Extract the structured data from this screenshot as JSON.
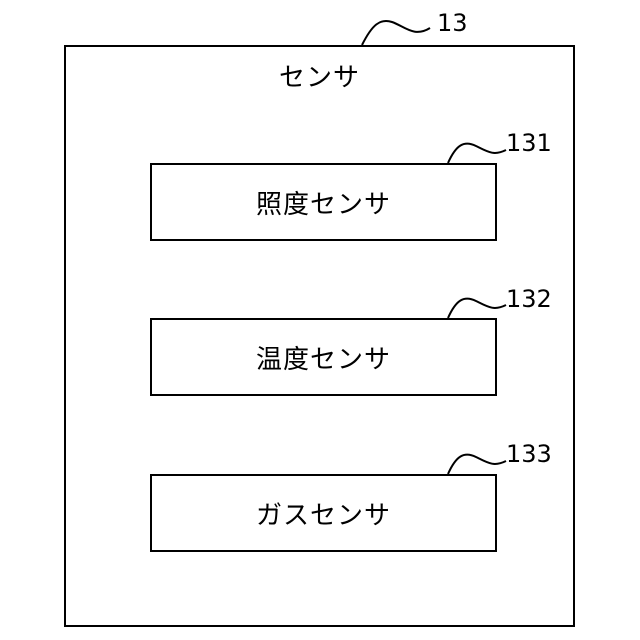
{
  "outer": {
    "ref": "13",
    "title": "センサ"
  },
  "sensors": [
    {
      "ref": "131",
      "label": "照度センサ"
    },
    {
      "ref": "132",
      "label": "温度センサ"
    },
    {
      "ref": "133",
      "label": "ガスセンサ"
    }
  ],
  "colors": {
    "line": "#000000",
    "background": "#ffffff"
  }
}
